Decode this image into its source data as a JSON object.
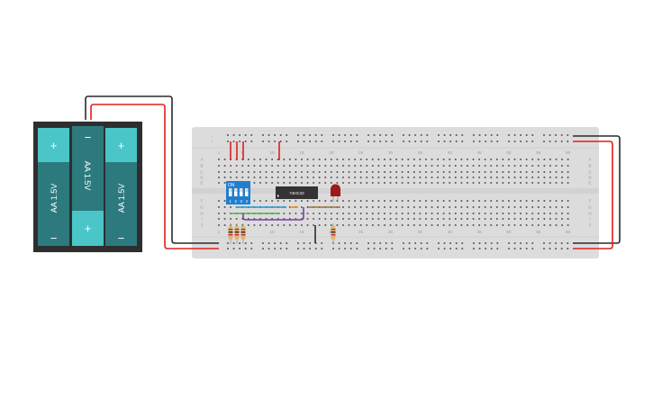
{
  "battery": {
    "cells": [
      {
        "label": "AA 1.5V",
        "top": "+",
        "bottom": "−"
      },
      {
        "label": "AA 1.5V",
        "top": "−",
        "bottom": "+"
      },
      {
        "label": "AA 1.5V",
        "top": "+",
        "bottom": "−"
      }
    ]
  },
  "breadboard": {
    "column_numbers": [
      "1",
      "5",
      "10",
      "15",
      "20",
      "25",
      "30",
      "35",
      "40",
      "45",
      "50",
      "55",
      "60"
    ],
    "row_letters_top": [
      "A",
      "B",
      "C",
      "D",
      "E"
    ],
    "row_letters_bottom": [
      "F",
      "G",
      "H",
      "I",
      "J"
    ],
    "rail_signs": {
      "minus": "−",
      "plus": "+"
    }
  },
  "dip_switch": {
    "label": "ON",
    "positions": [
      "1",
      "2",
      "3",
      "4"
    ],
    "color": "#1e7fd0"
  },
  "chip": {
    "label": "74HC32"
  },
  "led": {
    "color": "#9b1b1b"
  },
  "wire_colors": {
    "black": "#2a2a2a",
    "red": "#e01e1e",
    "blue": "#1a9ad6",
    "green": "#4caf50",
    "purple": "#7a3fa8",
    "orange": "#f0890e",
    "brown": "#a0703a"
  }
}
